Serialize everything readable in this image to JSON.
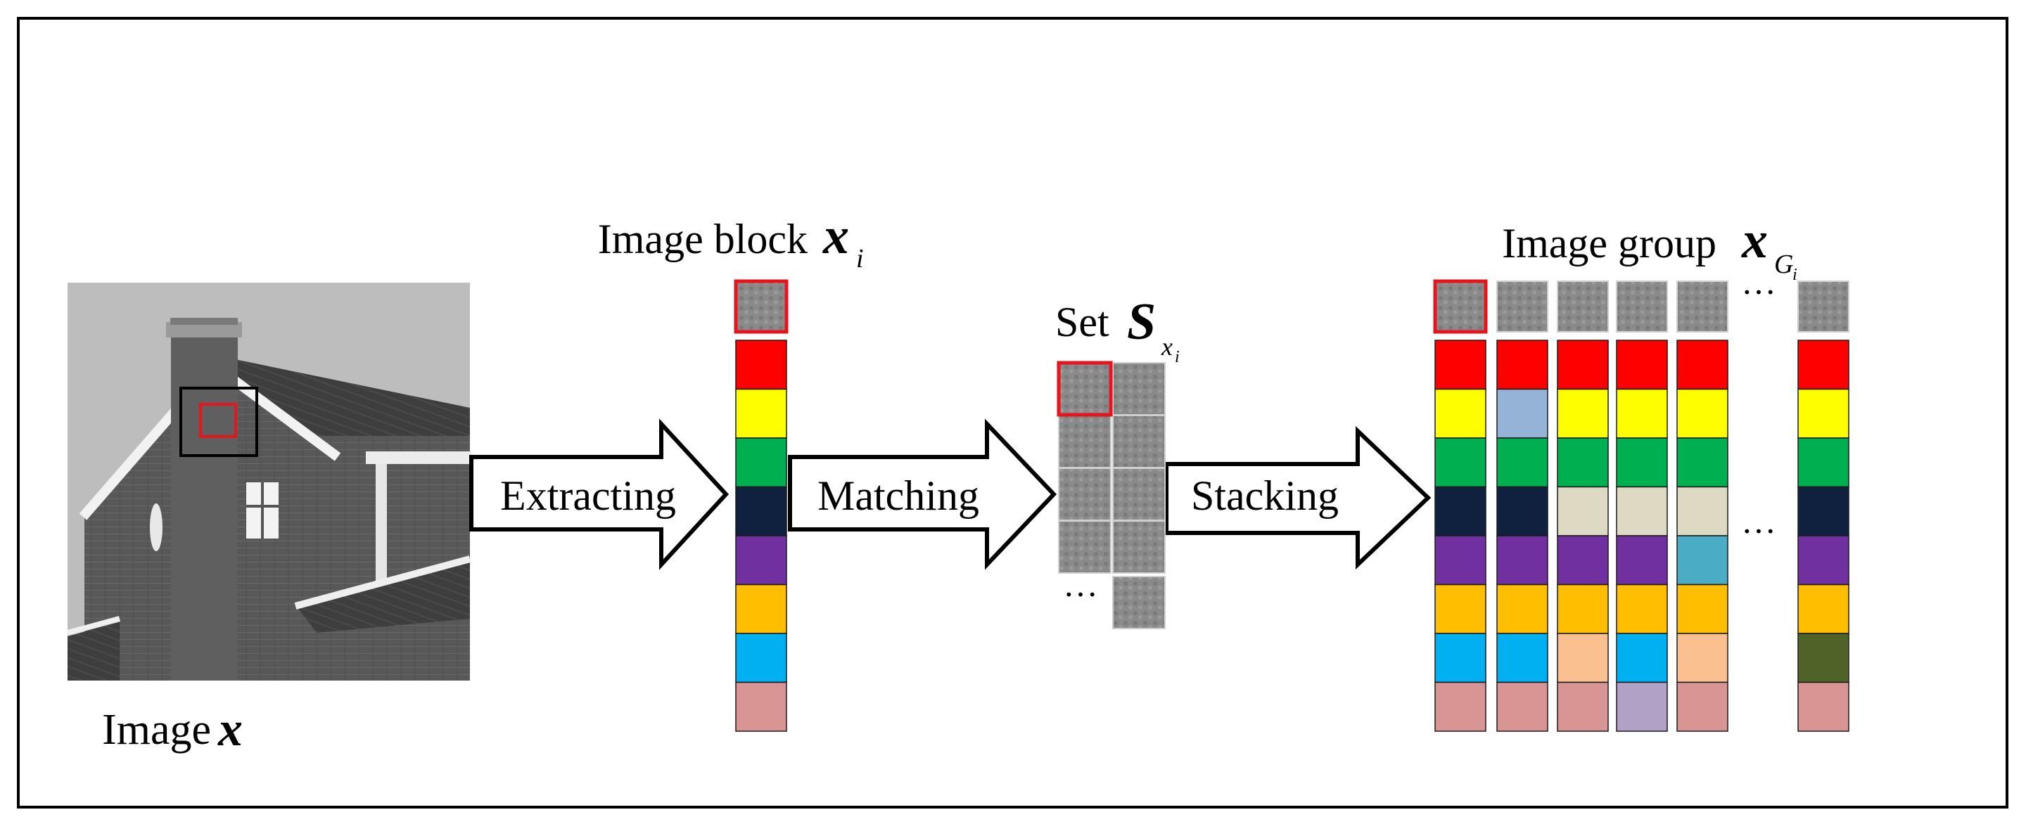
{
  "labels": {
    "image": "Image",
    "image_var": "x",
    "block": "Image block",
    "block_var": "x",
    "block_sub": "i",
    "set": "Set",
    "set_var": "S",
    "set_sub": "x",
    "set_subsub": "i",
    "group": "Image group",
    "group_var": "x",
    "group_sub": "G",
    "group_subsub": "i",
    "ellipsis": "…",
    "ellipsis_top": "···"
  },
  "arrows": [
    {
      "label": "Extracting"
    },
    {
      "label": "Matching"
    },
    {
      "label": "Stacking"
    }
  ],
  "colors": {
    "frame": "#000000",
    "highlight": "#e8141c",
    "patch": "#888888",
    "sky": "#b8b8b8",
    "brick": "#5a5a5a",
    "roof": "#3c3c3c",
    "trim": "#f0f0f0"
  },
  "palette": {
    "red": "#fe0000",
    "yellow": "#fefe00",
    "green": "#00b050",
    "navy": "#0f213f",
    "purple": "#7030a0",
    "orange": "#ffbf00",
    "skyblue": "#00b0f0",
    "rose": "#d99594",
    "lightblue": "#95b3d7",
    "beige": "#ddd9c3",
    "teal": "#4bacc6",
    "peach": "#fac090",
    "lavender": "#b2a1c7",
    "olive": "#4f6228"
  },
  "block_stack": [
    "red",
    "yellow",
    "green",
    "navy",
    "purple",
    "orange",
    "skyblue",
    "rose"
  ],
  "group_columns": [
    [
      "red",
      "yellow",
      "green",
      "navy",
      "purple",
      "orange",
      "skyblue",
      "rose"
    ],
    [
      "red",
      "lightblue",
      "green",
      "navy",
      "purple",
      "orange",
      "skyblue",
      "rose"
    ],
    [
      "red",
      "yellow",
      "green",
      "beige",
      "purple",
      "orange",
      "peach",
      "rose"
    ],
    [
      "red",
      "yellow",
      "green",
      "beige",
      "purple",
      "orange",
      "skyblue",
      "lavender"
    ],
    [
      "red",
      "yellow",
      "green",
      "beige",
      "teal",
      "orange",
      "peach",
      "rose"
    ],
    [
      "red",
      "yellow",
      "green",
      "navy",
      "purple",
      "orange",
      "olive",
      "rose"
    ]
  ]
}
